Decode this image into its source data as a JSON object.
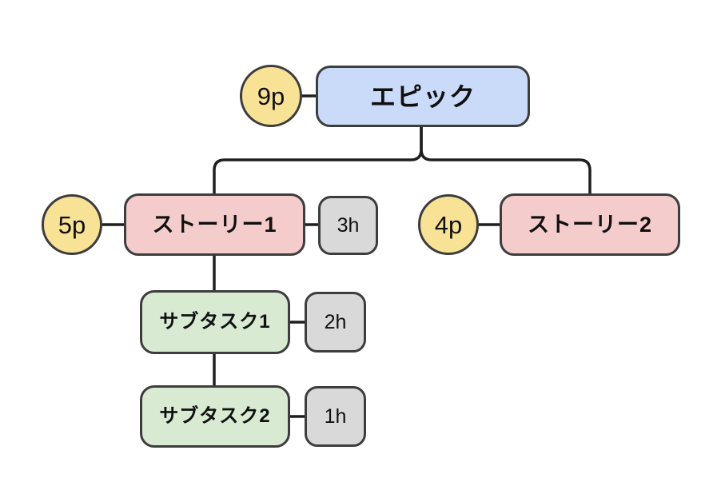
{
  "diagram_title": "",
  "colors": {
    "epic_fill": "#c9dbf8",
    "story_fill": "#f4cccc",
    "subtask_fill": "#d9ead3",
    "points_fill": "#f8e296",
    "hours_fill": "#d9d9d9",
    "border": "#3d3d3d",
    "line": "#1f1f1f",
    "text": "#101010",
    "background": "#ffffff"
  },
  "nodes": {
    "epic": {
      "label": "エピック",
      "points": "9p"
    },
    "story1": {
      "label": "ストーリー1",
      "points": "5p",
      "hours": "3h"
    },
    "story2": {
      "label": "ストーリー2",
      "points": "4p"
    },
    "subtask1": {
      "label": "サブタスク1",
      "hours": "2h"
    },
    "subtask2": {
      "label": "サブタスク2",
      "hours": "1h"
    }
  },
  "edges": [
    "epic-story1",
    "epic-story2",
    "story1-subtask1",
    "subtask1-subtask2",
    "points9p-epic",
    "points5p-story1",
    "points4p-story2",
    "story1-hours3h",
    "subtask1-hours2h",
    "subtask2-hours1h"
  ]
}
